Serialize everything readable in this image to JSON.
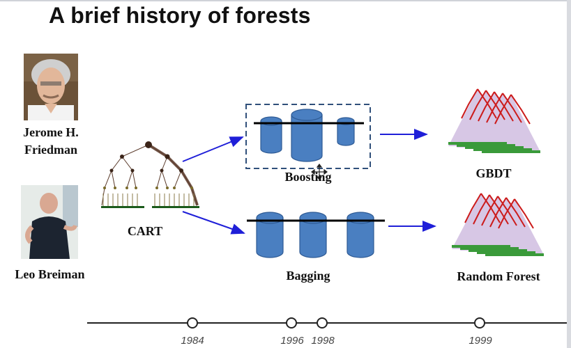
{
  "title": "A brief history of forests",
  "people": [
    {
      "name_line1": "Jerome H.",
      "name_line2": "Friedman"
    },
    {
      "name": "Leo Breiman"
    }
  ],
  "nodes": {
    "cart": "CART",
    "boosting": "Boosting",
    "bagging": "Bagging",
    "gbdt": "GBDT",
    "random_forest": "Random Forest"
  },
  "timeline": {
    "years": [
      "1984",
      "1996",
      "1998",
      "1999"
    ]
  },
  "colors": {
    "arrow": "#1f1fd8",
    "cylinder": "#4a7fc1",
    "cylinder_edge": "#2e5a94",
    "dashed_box": "#2f4f7a",
    "timeline": "#222222"
  }
}
